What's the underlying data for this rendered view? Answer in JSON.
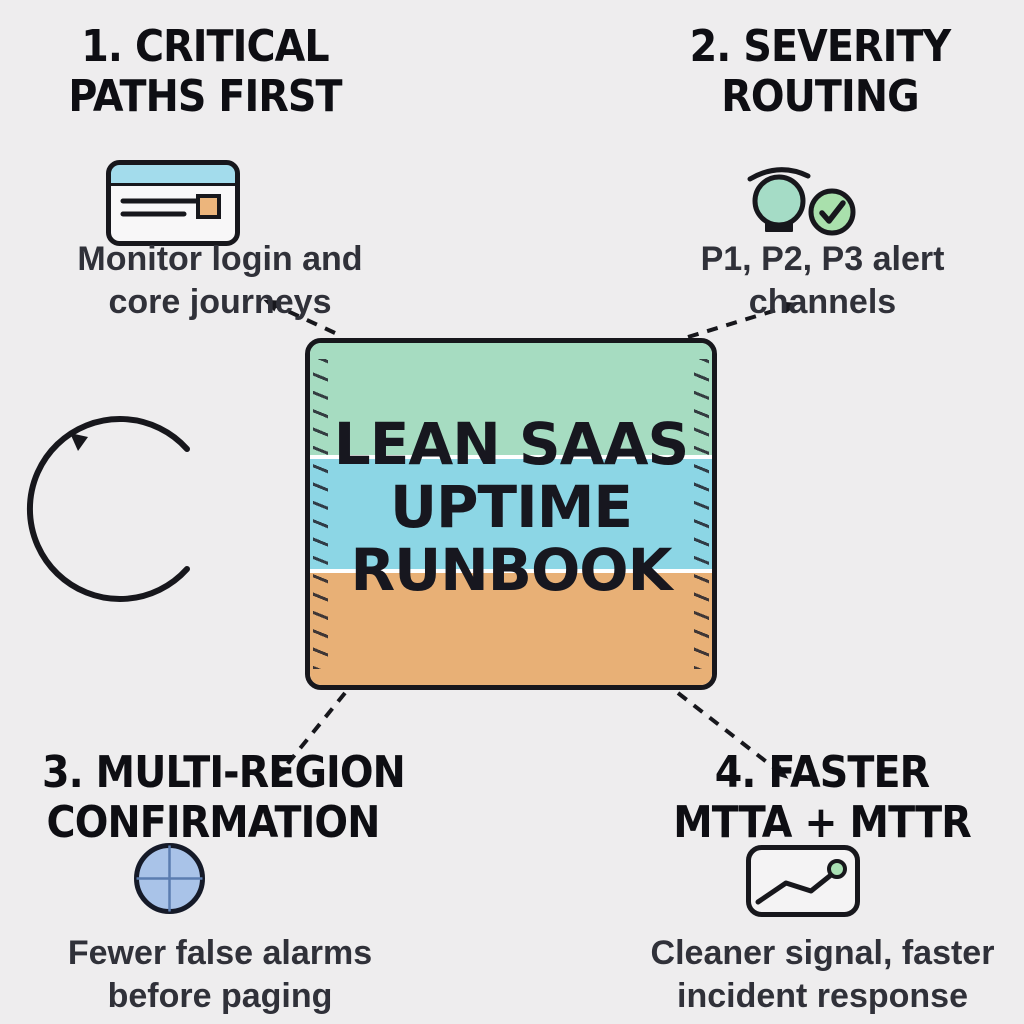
{
  "background_color": "#eeedee",
  "ink_color": "#17171f",
  "caption_color": "#303139",
  "center_card": {
    "title_lines": [
      "LEAN SAAS",
      "UPTIME",
      "RUNBOOK"
    ],
    "bands": [
      {
        "name": "top-band",
        "color": "#a6dcc1"
      },
      {
        "name": "middle-band",
        "color": "#8cd6e5"
      },
      {
        "name": "bottom-band",
        "color": "#e8b076"
      }
    ]
  },
  "quadrants": [
    {
      "title_lines": [
        "1. CRITICAL",
        "PATHS FIRST"
      ],
      "caption_lines": [
        "Monitor login and",
        "core journeys"
      ],
      "icon": "browser-window-icon"
    },
    {
      "title_lines": [
        "2. SEVERITY",
        "ROUTING"
      ],
      "caption_lines": [
        "P1, P2, P3 alert",
        "channels"
      ],
      "icon": "alarm-bell-and-check-icon"
    },
    {
      "title_lines": [
        "3. MULTI-REGION",
        "CONFIRMATION"
      ],
      "caption_lines": [
        "Fewer false alarms",
        "before paging"
      ],
      "icon": "globe-icon"
    },
    {
      "title_lines": [
        "4. FASTER",
        "MTTA + MTTR"
      ],
      "caption_lines": [
        "Cleaner signal, faster",
        "incident response"
      ],
      "icon": "line-chart-icon"
    }
  ],
  "icon_colors": {
    "browser_header": "#a3dcec",
    "browser_body": "#f8f7f8",
    "browser_accent_square": "#ecb57c",
    "alarm_bell_fill": "#a5dcc6",
    "check_circle_fill": "#a9e0ac",
    "globe_fill": "#a9c3e8",
    "globe_grid_line": "#5b7db0",
    "chart_body": "#f4f3f4",
    "chart_dot_fill": "#a9e0b4"
  }
}
